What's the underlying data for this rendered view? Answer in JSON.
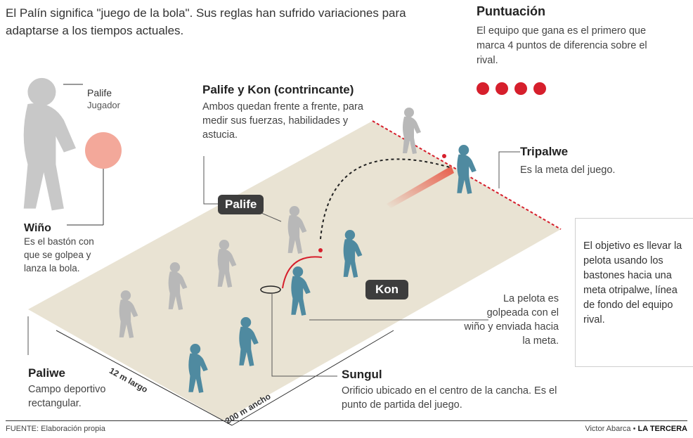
{
  "intro": "El Palín significa \"juego de la bola\". Sus reglas han sufrido variaciones para adaptarse a los tiempos actuales.",
  "puntuacion": {
    "title": "Puntuación",
    "text": "El equipo que gana es el primero que marca 4 puntos de diferencia sobre el rival.",
    "dots": 4,
    "dot_color": "#d61f2c"
  },
  "player": {
    "label": "Palife",
    "sub": "Jugador"
  },
  "wino": {
    "title": "Wiño",
    "text": "Es el bastón con que se golpea y lanza la bola."
  },
  "palife_kon": {
    "title": "Palife y Kon (contrincante)",
    "text": "Ambos quedan frente a frente, para medir sus fuerzas, habilidades y astucia."
  },
  "tags": {
    "palife": "Palife",
    "kon": "Kon"
  },
  "tripalwe": {
    "title": "Tripalwe",
    "text": "Es la meta del juego."
  },
  "objetivo": "El objetivo es llevar la pelota usando los bastones hacia una meta otripalwe, línea de fondo del equipo rival.",
  "pelota": "La pelota es golpeada con el wiño y enviada hacia la meta.",
  "sungul": {
    "title": "Sungul",
    "text": "Orificio ubicado en el centro de la cancha. Es el punto de partida del juego."
  },
  "paliwe": {
    "title": "Paliwe",
    "text": "Campo deportivo rectangular."
  },
  "dim": {
    "largo": "12 m largo",
    "ancho": "200 m ancho"
  },
  "footer": {
    "fuente": "FUENTE: Elaboración propia",
    "author": "Victor Abarca",
    "outlet": "LA TERCERA"
  },
  "colors": {
    "team_blue": "#4f8aa0",
    "team_gray": "#b8b8b8",
    "field": "#e9e3d3",
    "accent_red": "#d61f2c"
  }
}
